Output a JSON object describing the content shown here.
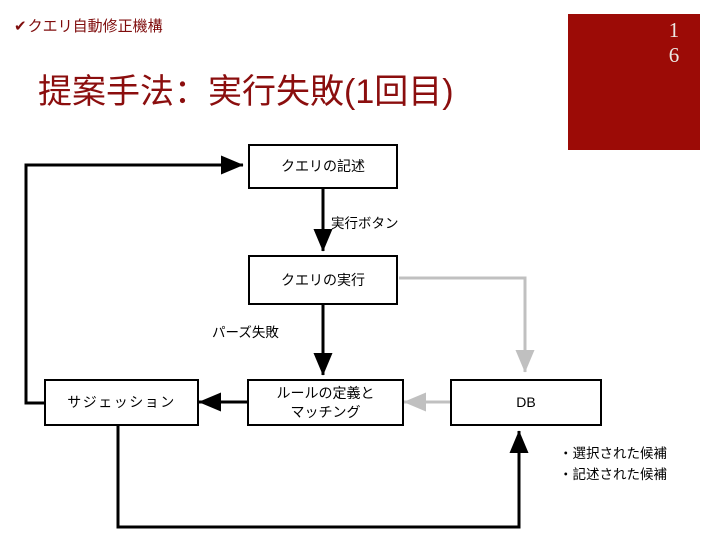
{
  "header": {
    "check_icon": "✔",
    "bullet_text": "クエリ自動修正機構",
    "title": "提案手法：実行失敗(1回目)"
  },
  "page_block": {
    "number_line1": "1",
    "number_line2": "6",
    "color": "#9c0b06",
    "number_color": "#ece8e3"
  },
  "theme": {
    "title_color": "#8b0e0e",
    "bullet_color": "#7f0d0d",
    "node_border": "#000000",
    "black_arrow": "#000000",
    "gray_arrow": "#c0c0c0"
  },
  "flow": {
    "nodes": [
      {
        "id": "query-description",
        "label": "クエリの記述"
      },
      {
        "id": "query-execution",
        "label": "クエリの実行"
      },
      {
        "id": "suggestion",
        "label": "サジェッション"
      },
      {
        "id": "rule-definition-matching",
        "label": "ルールの定義と\nマッチング"
      },
      {
        "id": "database",
        "label": "DB"
      }
    ],
    "edge_labels": [
      {
        "id": "execute-button",
        "text": "実行ボタン"
      },
      {
        "id": "parse-failure",
        "text": "パーズ失敗"
      }
    ]
  },
  "notes": {
    "items": [
      "・選択された候補",
      "・記述された候補"
    ]
  }
}
